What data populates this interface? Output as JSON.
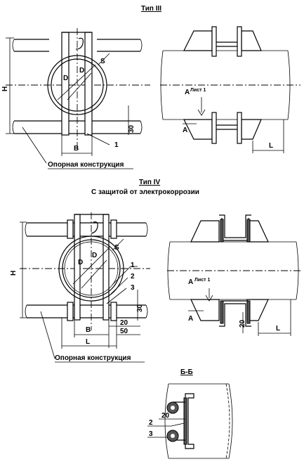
{
  "section_iii": {
    "title": "Тип III",
    "support_label": "Опорная конструкция",
    "dim_h": "H",
    "dim_b": "B",
    "dim_d1": "D",
    "dim_d2": "D",
    "dim_s": "S",
    "dim_30": "30",
    "dim_l": "L",
    "callout_1": "1",
    "view_a_top": "A",
    "view_a_bottom": "A",
    "sheet_ref": "Лист 1"
  },
  "section_iv": {
    "title": "Тип IV",
    "subtitle": "С защитой от электрокоррозии",
    "support_label": "Опорная конструкция",
    "dim_h": "H",
    "dim_b": "B",
    "dim_l": "L",
    "dim_d1": "D",
    "dim_d2": "D",
    "dim_s": "S",
    "dim_30": "30",
    "dim_20": "20",
    "dim_50": "50",
    "dim_20_right": "20",
    "dim_l_right": "L",
    "callout_1": "1",
    "callout_2": "2",
    "callout_3": "3",
    "view_a_top": "A",
    "view_a_bottom": "A",
    "sheet_ref": "Лист 1"
  },
  "section_bb": {
    "title": "Б-Б",
    "dim_20": "20",
    "callout_2": "2",
    "callout_3": "3"
  }
}
